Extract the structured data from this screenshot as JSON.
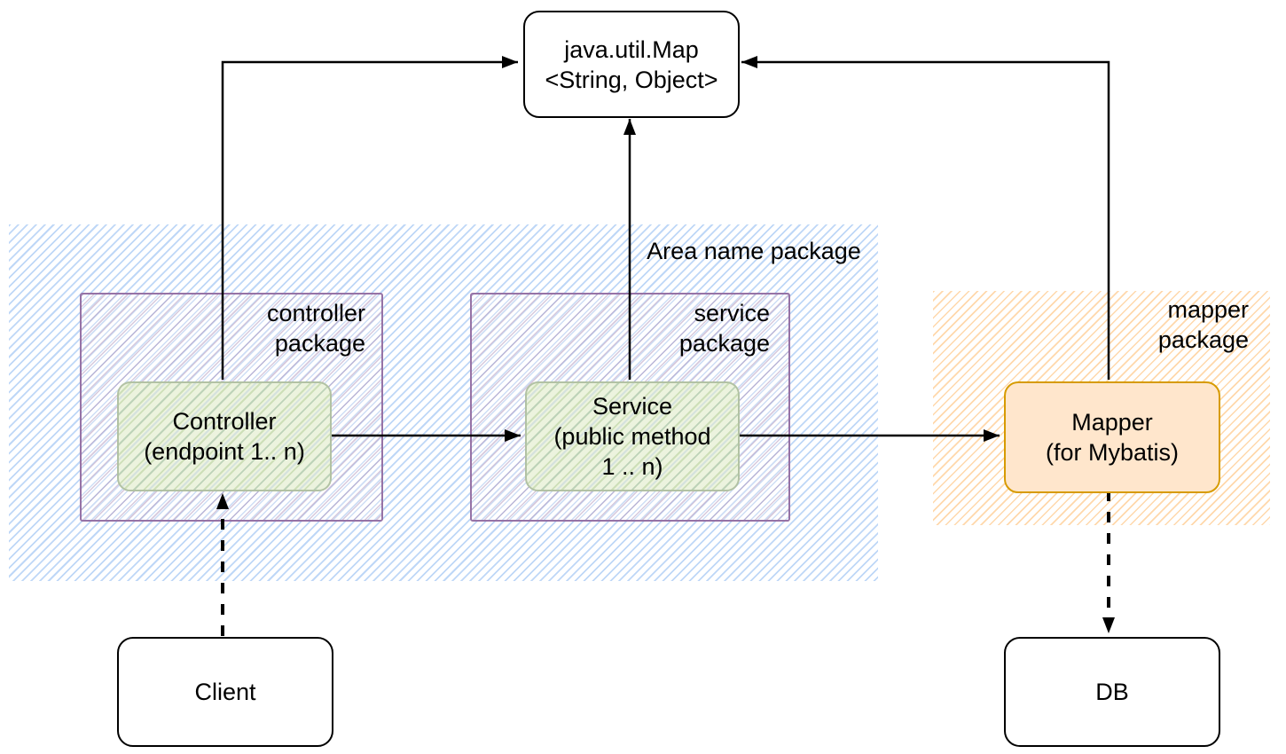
{
  "areas": {
    "area_package": {
      "label": "Area name package"
    },
    "controller_package": {
      "label_line1": "controller",
      "label_line2": "package"
    },
    "service_package": {
      "label_line1": "service",
      "label_line2": "package"
    },
    "mapper_package": {
      "label_line1": "mapper",
      "label_line2": "package"
    }
  },
  "nodes": {
    "map": {
      "line1": "java.util.Map",
      "line2": "<String, Object>"
    },
    "controller": {
      "line1": "Controller",
      "line2": "(endpoint 1.. n)"
    },
    "service": {
      "line1": "Service",
      "line2": "(public method",
      "line3": "1 .. n)"
    },
    "mapper": {
      "line1": "Mapper",
      "line2": "(for Mybatis)"
    },
    "client": {
      "label": "Client"
    },
    "db": {
      "label": "DB"
    }
  },
  "edges": [
    {
      "from": "controller",
      "to": "map",
      "style": "solid"
    },
    {
      "from": "service",
      "to": "map",
      "style": "solid"
    },
    {
      "from": "mapper",
      "to": "map",
      "style": "solid"
    },
    {
      "from": "controller",
      "to": "service",
      "style": "solid"
    },
    {
      "from": "service",
      "to": "mapper",
      "style": "solid"
    },
    {
      "from": "client",
      "to": "controller",
      "style": "dashed"
    },
    {
      "from": "mapper",
      "to": "db",
      "style": "dashed"
    }
  ],
  "colors": {
    "blue_hatch": "#9cc2f3",
    "purple_border": "#9673a6",
    "green_fill": "#ecf3de",
    "green_border": "#b2c2a4",
    "orange_hatch": "#ffb766",
    "mapper_fill": "#ffe6cc",
    "mapper_border": "#d79b00",
    "line": "#000000"
  }
}
